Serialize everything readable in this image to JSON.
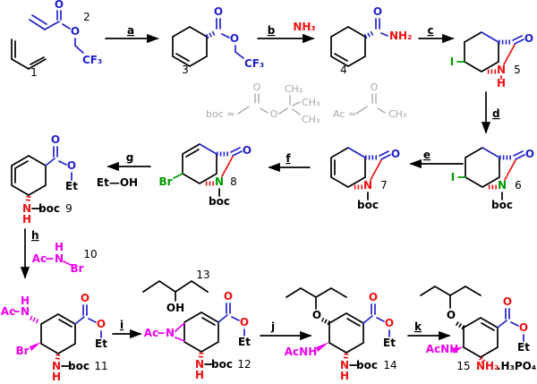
{
  "scheme": "organic synthesis reaction scheme, 15 compounds, steps a-k",
  "colors": {
    "black": "#000000",
    "blue": "#2222cc",
    "red": "#ee1111",
    "green": "#009900",
    "magenta": "#ee00ee",
    "gray": "#aaaaaa",
    "background": "#ffffff"
  },
  "steps": {
    "a": "a",
    "b": "b",
    "c": "c",
    "d": "d",
    "e": "e",
    "f": "f",
    "g": "g",
    "h": "h",
    "i": "i",
    "j": "j",
    "k": "k"
  },
  "reagents": {
    "nh3": "NH₃",
    "etoh": "Et—OH"
  },
  "legend": {
    "boc_label": "boc =",
    "ac_label": "Ac =",
    "boc_o_carbonyl": "O",
    "boc_o_ester": "O",
    "boc_ch3_top": "CH₃",
    "boc_ch3_mid": "CH₃",
    "boc_ch3_bottom": "CH₃",
    "ac_o": "O",
    "ac_ch3": "CH₃"
  },
  "compounds": {
    "c1": {
      "num": "1"
    },
    "c2": {
      "num": "2",
      "o_carbonyl": "O",
      "o_ester": "O",
      "cf3": "CF₃"
    },
    "c3": {
      "num": "3",
      "o_carbonyl": "O",
      "o_ester": "O",
      "cf3": "CF₃"
    },
    "c4": {
      "num": "4",
      "o_carbonyl": "O",
      "nh2": "NH₂"
    },
    "c5": {
      "num": "5",
      "o": "O",
      "n": "N",
      "h": "H",
      "i": "I"
    },
    "c6": {
      "num": "6",
      "o": "O",
      "n": "N",
      "i": "I",
      "boc": "boc"
    },
    "c7": {
      "num": "7",
      "o": "O",
      "n": "N",
      "boc": "boc"
    },
    "c8": {
      "num": "8",
      "o": "O",
      "n": "N",
      "br": "Br",
      "boc": "boc"
    },
    "c9": {
      "num": "9",
      "o_carbonyl": "O",
      "o_ester": "O",
      "et": "Et",
      "n": "N",
      "h": "H",
      "boc": "boc"
    },
    "c10": {
      "num": "10",
      "ac": "Ac",
      "n": "N",
      "h": "H",
      "br": "Br"
    },
    "c11": {
      "num": "11",
      "o_carbonyl": "O",
      "o_ester": "O",
      "et": "Et",
      "ac": "Ac",
      "n_ac": "N",
      "h_ac": "H",
      "br": "Br",
      "n_boc": "N",
      "h_boc": "H",
      "boc": "boc"
    },
    "c12": {
      "num": "12",
      "o_carbonyl": "O",
      "o_ester": "O",
      "et": "Et",
      "ac": "Ac",
      "n_azir": "N",
      "n_boc": "N",
      "h_boc": "H",
      "boc": "boc"
    },
    "c13": {
      "num": "13",
      "oh": "OH"
    },
    "c14": {
      "num": "14",
      "o_carbonyl": "O",
      "o_ester": "O",
      "et": "Et",
      "o_ether": "O",
      "acnh": "AcNH",
      "n_boc": "N",
      "h_boc": "H",
      "boc": "boc"
    },
    "c15": {
      "num": "15",
      "o_carbonyl": "O",
      "o_ester": "O",
      "et": "Et",
      "o_ether": "O",
      "acnh": "AcNH",
      "nh2": "NH₂",
      "salt": ".H₃PO₄"
    }
  }
}
